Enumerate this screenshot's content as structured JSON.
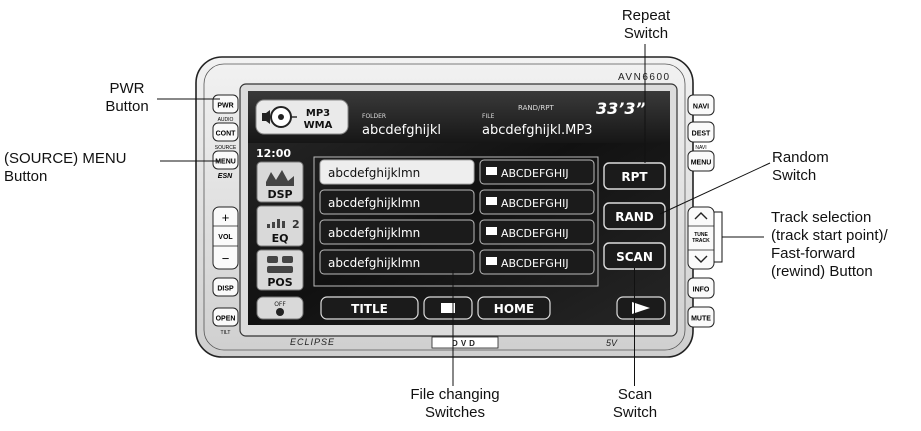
{
  "callouts": {
    "repeat": "Repeat\nSwitch",
    "pwr": "PWR\nButton",
    "source_menu": "(SOURCE) MENU\nButton",
    "random": "Random\nSwitch",
    "track": "Track selection\n(track start point)/\nFast-forward\n(rewind) Button",
    "file_changing": "File changing\nSwitches",
    "scan": "Scan\nSwitch"
  },
  "unit": {
    "model": "AVN6600",
    "brand": "ECLIPSE",
    "disc_logo": "DVD",
    "sys_logo": "5V",
    "left_buttons": {
      "pwr": "PWR",
      "audio": "AUDIO",
      "cont": "CONT",
      "source": "SOURCE",
      "menu": "MENU",
      "esn": "ESN",
      "vol_plus": "+",
      "vol": "VOL",
      "vol_minus": "−",
      "disp": "DISP",
      "open": "OPEN",
      "tilt": "TILT"
    },
    "right_buttons": {
      "navi": "NAVI",
      "dest": "DEST",
      "navi_small": "NAVI",
      "menu": "MENU",
      "tune_track": "TUNE\nTRACK",
      "info": "INFO",
      "mute": "MUTE"
    }
  },
  "screen": {
    "format_top": "MP3",
    "format_bottom": "WMA",
    "folder_label": "FOLDER",
    "folder_name": "abcdefghijkl",
    "file_label": "FILE",
    "mode_label": "RAND/RPT",
    "time": "33’3”",
    "file_name": "abcdefghijkl.MP3",
    "clock": "12:00",
    "side": {
      "dsp": "DSP",
      "eq": "EQ",
      "eq_num": "2",
      "pos": "POS",
      "off": "OFF"
    },
    "file_rows": [
      "abcdefghijklmn",
      "abcdefghijklmn",
      "abcdefghijklmn",
      "abcdefghijklmn"
    ],
    "folder_rows": [
      "ABCDEFGHIJ",
      "ABCDEFGHIJ",
      "ABCDEFGHIJ",
      "ABCDEFGHIJ"
    ],
    "buttons": {
      "rpt": "RPT",
      "rand": "RAND",
      "scan": "SCAN"
    },
    "bottom": {
      "title": "TITLE",
      "home": "HOME"
    }
  }
}
